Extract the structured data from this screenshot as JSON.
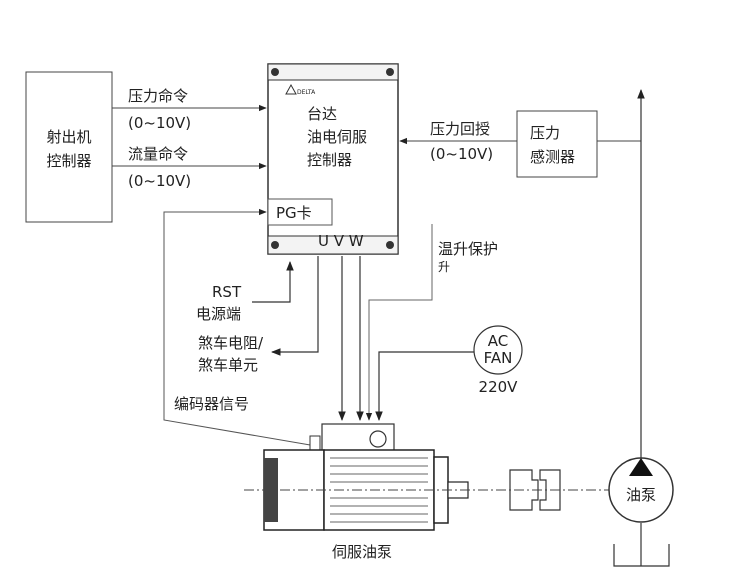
{
  "injection_controller": {
    "line1": "射出机",
    "line2": "控制器"
  },
  "pressure_command": {
    "label": "压力命令",
    "range": "(0~10V)"
  },
  "flow_command": {
    "label": "流量命令",
    "range": "(0~10V)"
  },
  "servo_controller": {
    "line1": "台达",
    "line2": "油电伺服",
    "line3": "控制器",
    "logo": "DELTA"
  },
  "pg_card": "PG卡",
  "uvw": "U V W",
  "pressure_feedback": {
    "label": "压力回授",
    "range": "(0~10V)"
  },
  "pressure_sensor": {
    "line1": "压力",
    "line2": "感测器"
  },
  "temperature_protection": {
    "line1": "温升保护",
    "line2": "升"
  },
  "rst": {
    "line1": "RST",
    "line2": "电源端"
  },
  "brake": {
    "line1": "煞车电阻/",
    "line2": "煞车单元"
  },
  "fan": {
    "line1": "AC",
    "line2": "FAN",
    "voltage": "220V"
  },
  "encoder_signal": "编码器信号",
  "servo_pump_label": "伺服油泵",
  "oil_pump": "油泵"
}
